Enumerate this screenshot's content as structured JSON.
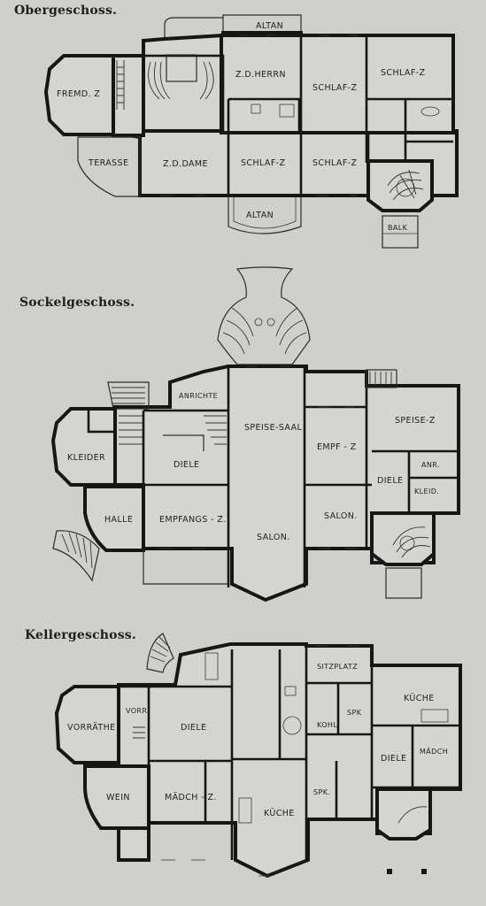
{
  "floors": {
    "obergeschoss": {
      "title": "Obergeschoss.",
      "rooms": {
        "fremd_z": "FREMD. Z",
        "terasse": "TERASSE",
        "zd_herrn": "Z.D.HERRN",
        "zd_dame": "Z.D.DAME",
        "schlaf_z_1": "SCHLAF-Z",
        "schlaf_z_2": "SCHLAF-Z",
        "schlaf_z_3": "SCHLAF-Z",
        "schlaf_z_4": "SCHLAF-Z",
        "altan_top": "ALTAN",
        "altan_bottom": "ALTAN",
        "balk": "BALK"
      }
    },
    "sockelgeschoss": {
      "title": "Sockelgeschoss.",
      "rooms": {
        "anrichte": "ANRICHTE",
        "kleider": "KLEIDER",
        "diele_left": "DIELE",
        "speise_saal": "SPEISE-SAAL",
        "empf_z": "EMPF - Z",
        "speise_z": "SPEISE-Z",
        "diele_right": "DIELE",
        "anr": "ANR.",
        "kleid": "KLEID.",
        "halle": "HALLE",
        "empfangs_z": "EMPFANGS - Z.",
        "salon_center": "SALON.",
        "salon_right": "SALON."
      }
    },
    "kellergeschoss": {
      "title": "Kellergeschoss.",
      "rooms": {
        "vorraethe": "VORRÄTHE",
        "vorr": "VORR",
        "diele_left": "DIELE",
        "sitzplatz": "SITZPLATZ",
        "kohl": "KOHL",
        "spk_top": "SPK",
        "kueche_right": "KÜCHE",
        "diele_right": "DIELE",
        "maedch_right": "MÄDCH",
        "wein": "WEIN",
        "maedch_z": "MÄDCH - Z.",
        "kueche_center": "KÜCHE",
        "spk_bottom": "SPK."
      }
    }
  }
}
